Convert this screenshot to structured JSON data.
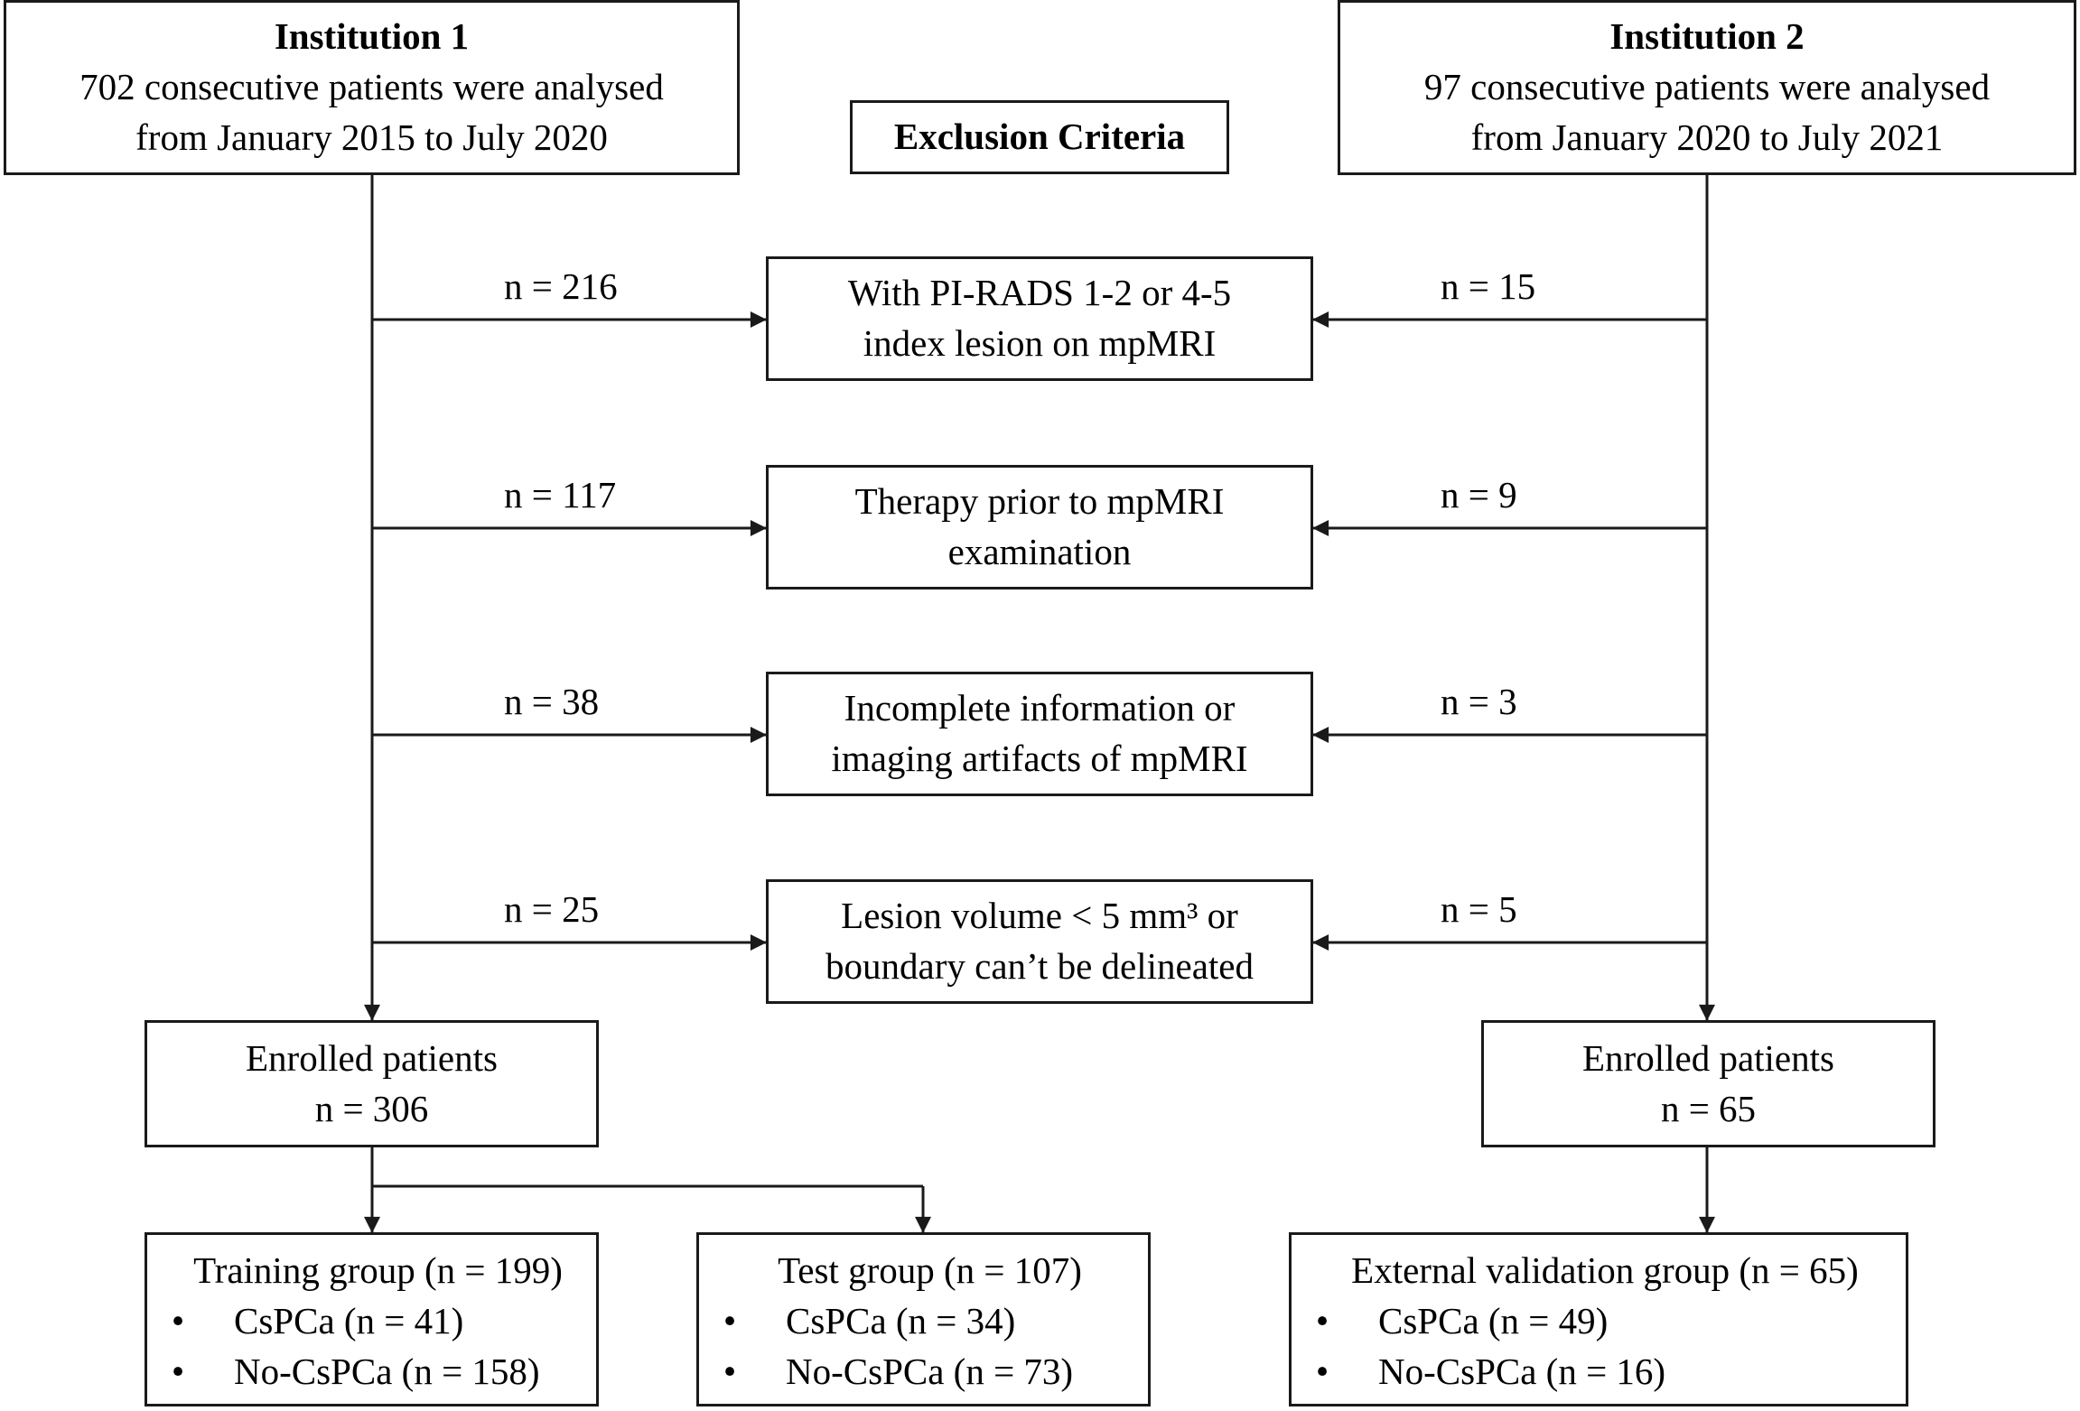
{
  "institution1": {
    "title": "Institution 1",
    "line1": "702 consecutive patients were analysed",
    "line2": "from January 2015 to July 2020"
  },
  "institution2": {
    "title": "Institution 2",
    "line1": "97 consecutive patients were analysed",
    "line2": "from January 2020 to July 2021"
  },
  "exclusion_header": "Exclusion Criteria",
  "criteria": [
    {
      "line1": "With PI-RADS 1-2 or 4-5",
      "line2": "index lesion on mpMRI",
      "n_left": "n = 216",
      "n_right": "n = 15"
    },
    {
      "line1": "Therapy prior to mpMRI",
      "line2": "examination",
      "n_left": "n = 117",
      "n_right": "n = 9"
    },
    {
      "line1": "Incomplete information or",
      "line2": "imaging artifacts of mpMRI",
      "n_left": "n = 38",
      "n_right": "n = 3"
    },
    {
      "line1": "Lesion volume < 5 mm³ or",
      "line2": "boundary can’t be delineated",
      "n_left": "n = 25",
      "n_right": "n = 5"
    }
  ],
  "enrolled_left": {
    "label": "Enrolled patients",
    "n": "n = 306"
  },
  "enrolled_right": {
    "label": "Enrolled patients",
    "n": "n = 65"
  },
  "groups": {
    "training": {
      "title": "Training group (n = 199)",
      "item1": "CsPCa (n = 41)",
      "item2": "No-CsPCa (n = 158)"
    },
    "test": {
      "title": "Test group (n = 107)",
      "item1": "CsPCa (n = 34)",
      "item2": "No-CsPCa (n = 73)"
    },
    "external": {
      "title": "External validation group (n = 65)",
      "item1": "CsPCa (n = 49)",
      "item2": "No-CsPCa (n = 16)"
    }
  },
  "bullet": "•",
  "colors": {
    "stroke": "#1a1a1a",
    "text": "#000000",
    "background": "#ffffff"
  }
}
